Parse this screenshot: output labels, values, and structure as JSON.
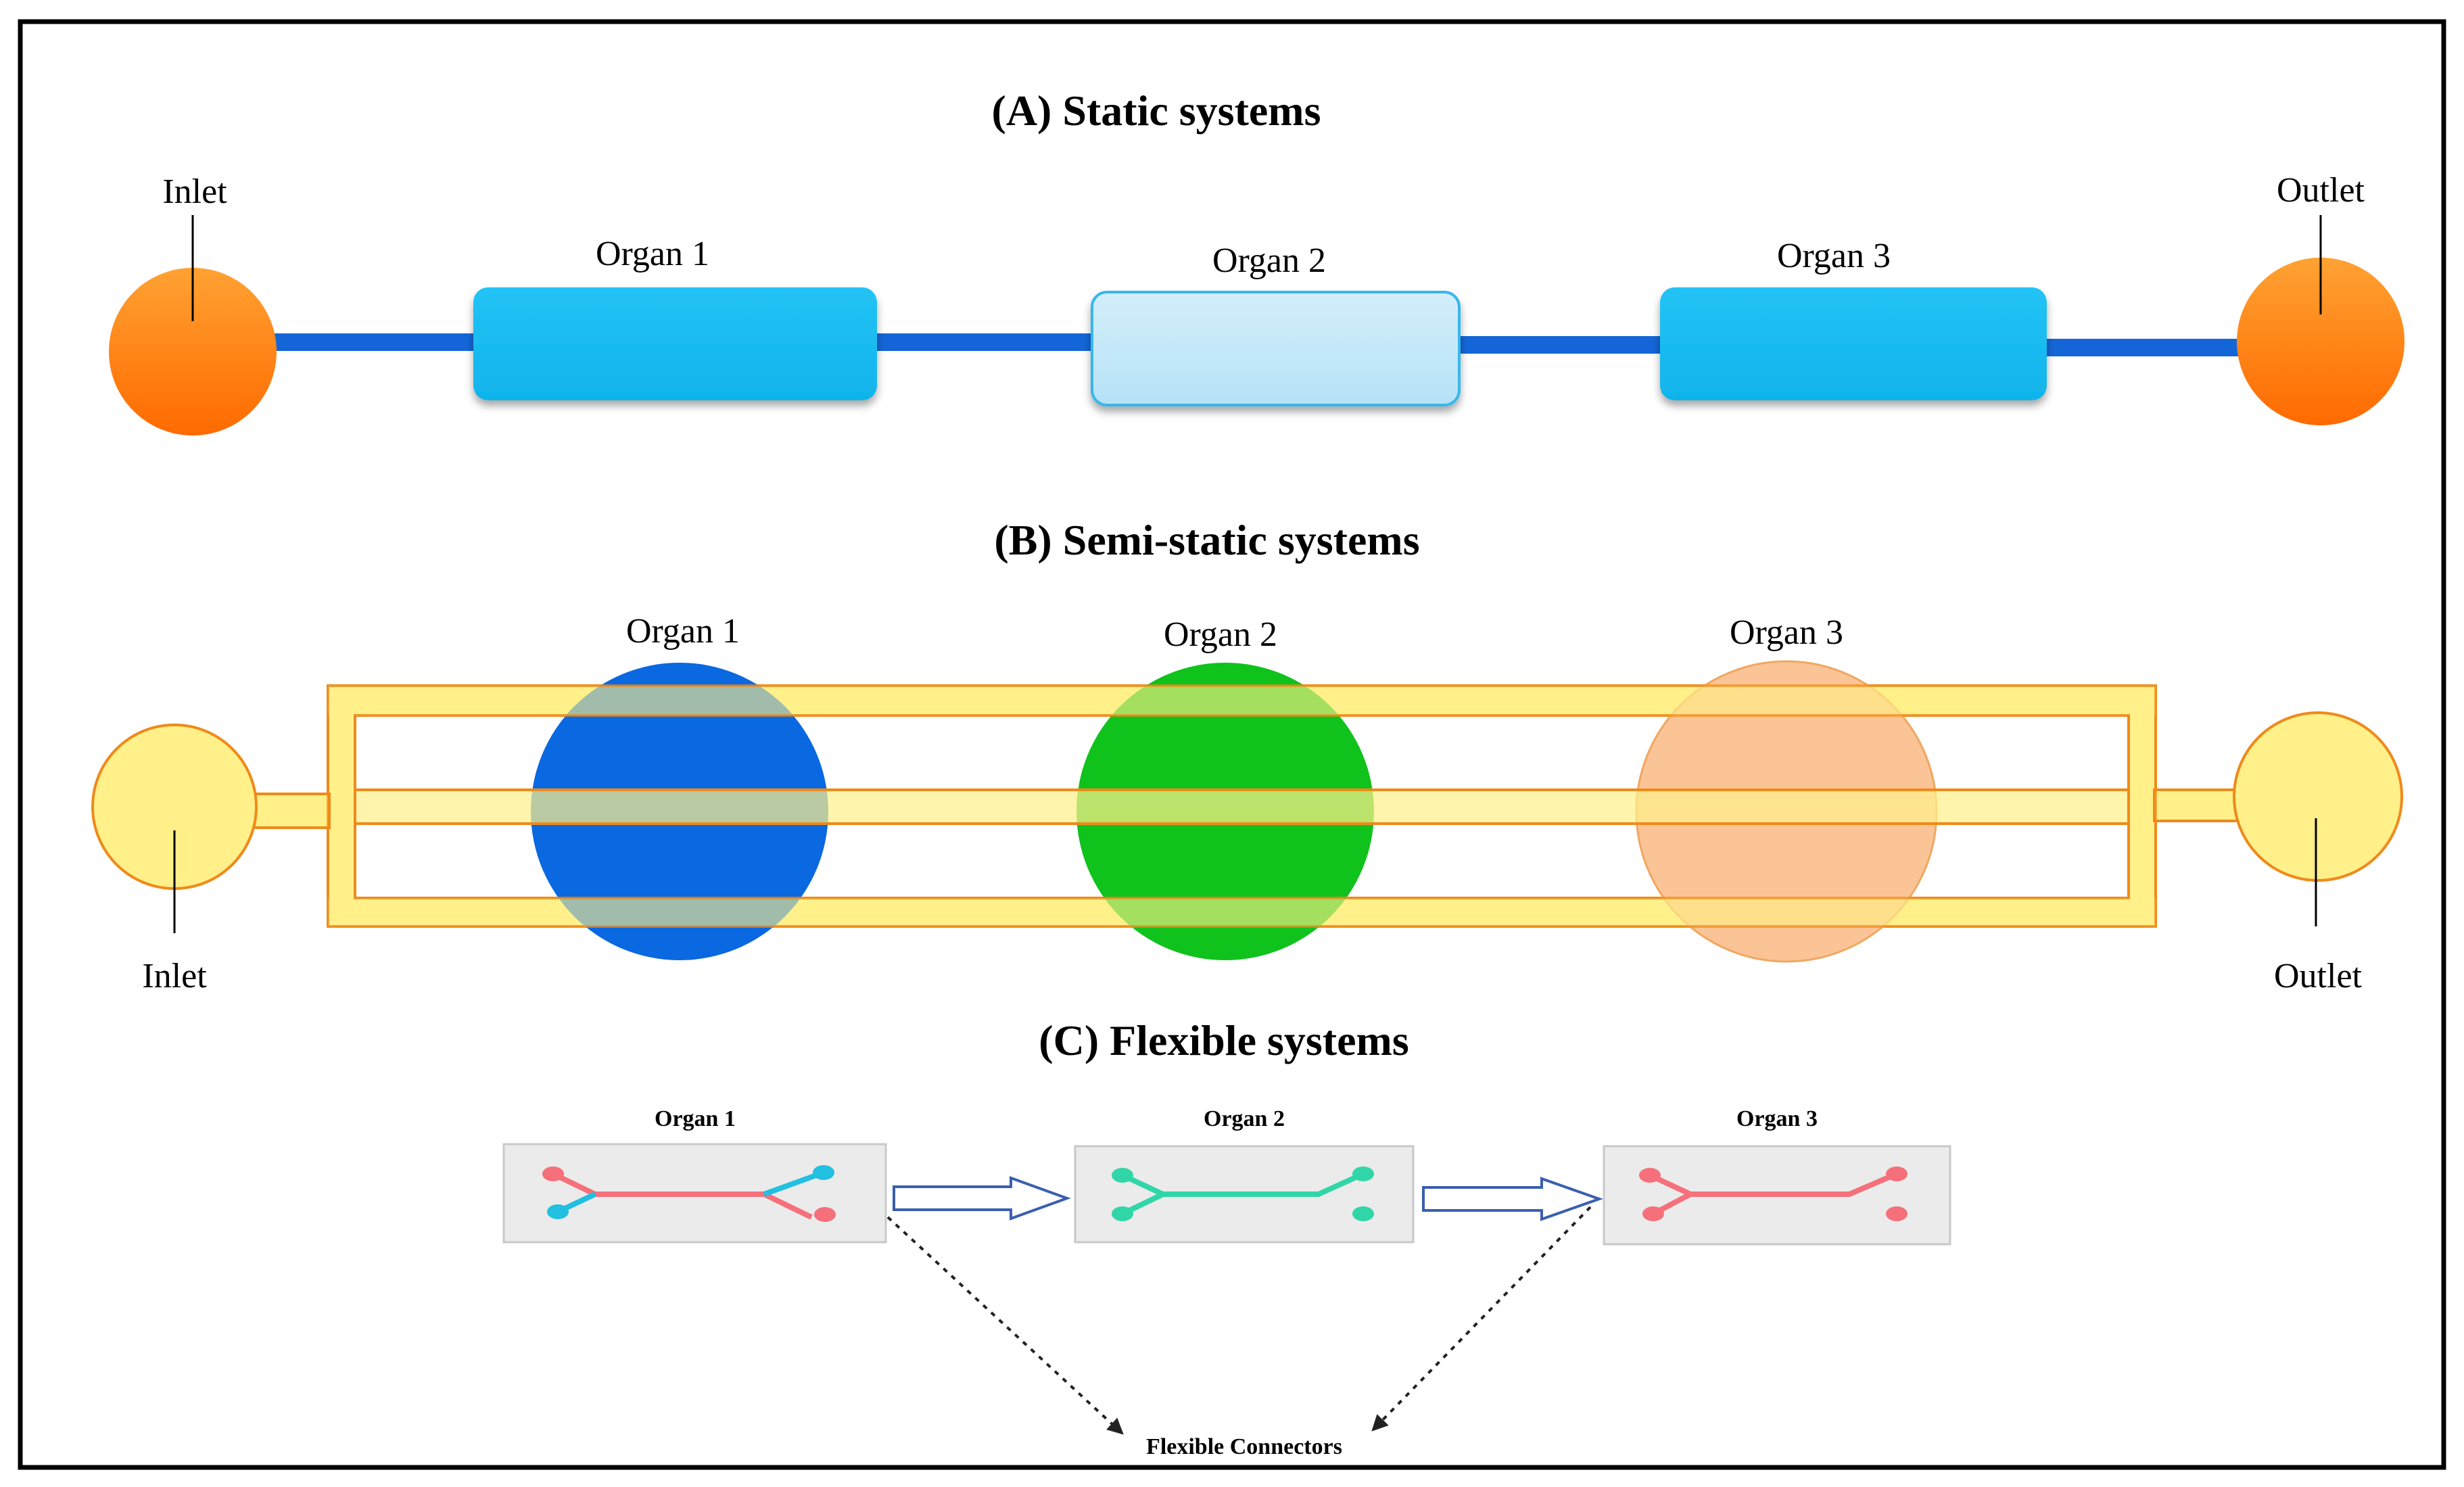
{
  "colors": {
    "frame": "#000000",
    "tube": "#1466d8",
    "port_orange": "#ff6a00",
    "organ_blue": "#10b4ec",
    "organ_light_blue": "#b6e2f6",
    "channel_yellow": "#fff08a",
    "channel_outline": "#ef8a1a",
    "well_blue": "#0a68e0",
    "well_green": "#10c21c",
    "well_peach": "#fbbf8e",
    "chip_bg": "#ebebeb",
    "chip_red": "#f5707a",
    "chip_cyan": "#21bfe0",
    "chip_teal": "#30d6a8",
    "arrow_fill": "#ffffff",
    "arrow_stroke": "#3a5fb0"
  },
  "panel_a": {
    "title": "(A) Static systems",
    "inlet": "Inlet",
    "outlet": "Outlet",
    "organs": [
      "Organ 1",
      "Organ 2",
      "Organ 3"
    ]
  },
  "panel_b": {
    "title": "(B) Semi-static systems",
    "inlet": "Inlet",
    "outlet": "Outlet",
    "organs": [
      "Organ 1",
      "Organ 2",
      "Organ 3"
    ]
  },
  "panel_c": {
    "title": "(C) Flexible systems",
    "organs": [
      "Organ 1",
      "Organ 2",
      "Organ 3"
    ],
    "connectors_label": "Flexible Connectors"
  }
}
